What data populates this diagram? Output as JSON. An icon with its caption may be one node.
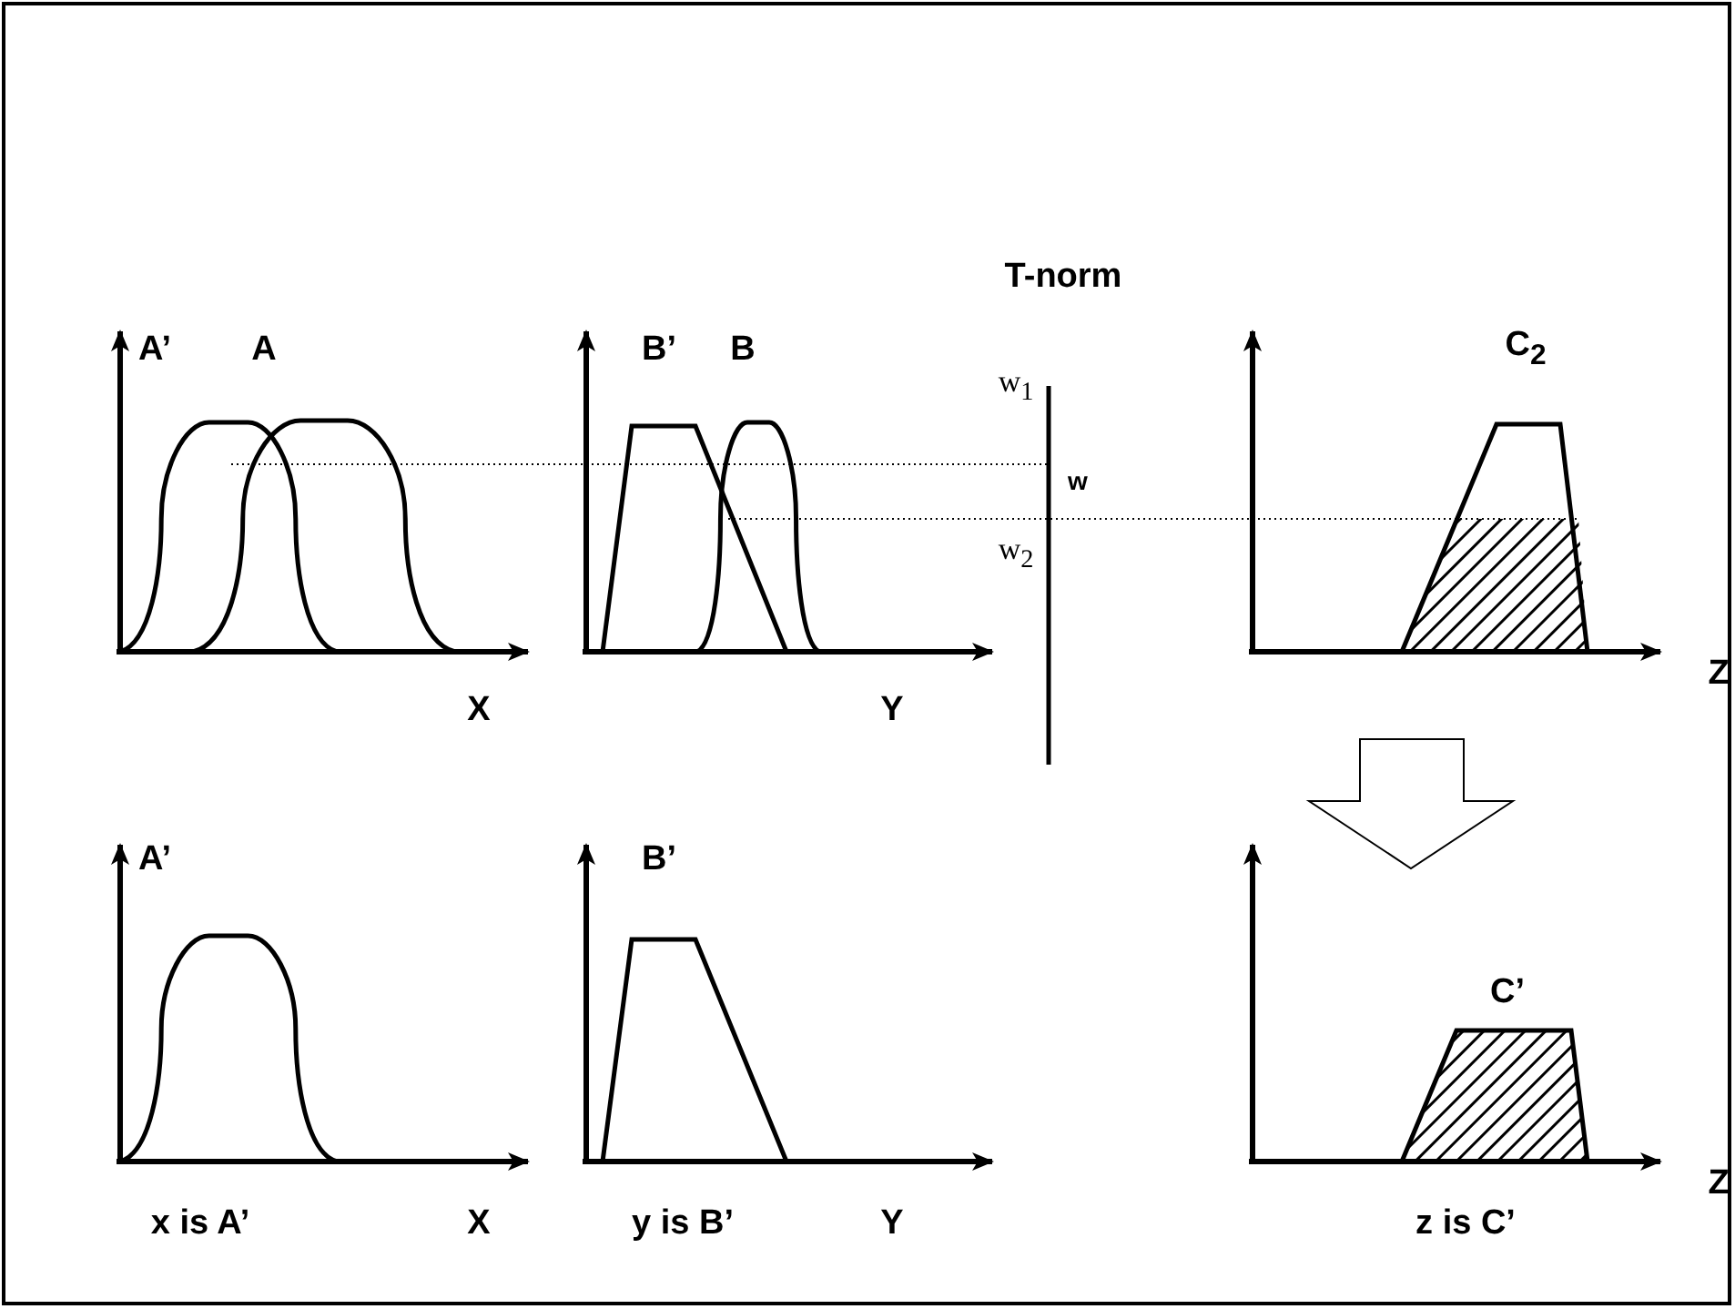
{
  "diagram": {
    "labels": [
      "T-norm",
      "A’",
      "A",
      "B’",
      "B",
      "w$_{1}$",
      "C$_{2}$",
      "w",
      "w$_{2}$",
      "Z",
      "X",
      "Y",
      "A’",
      "B’",
      "C’",
      "Z",
      "x is A’",
      "X",
      "y is B’",
      "Y",
      "z is C’"
    ]
  }
}
